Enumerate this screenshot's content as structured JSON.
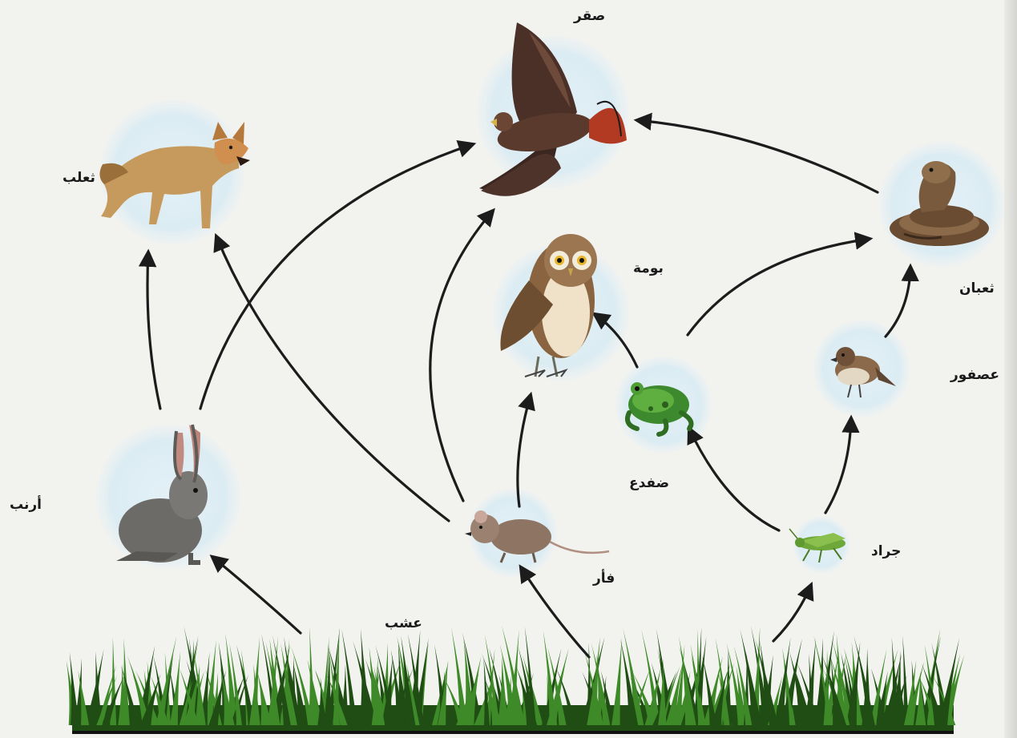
{
  "labels": {
    "falcon": "صقر",
    "fox": "ثعلب",
    "owl": "بومة",
    "snake": "ثعبان",
    "sparrow": "عصفور",
    "frog": "ضفدع",
    "rabbit": "أرنب",
    "mouse": "فأر",
    "grasshopper": "جراد",
    "grass": "عشب"
  },
  "links": [
    {
      "from": "grass",
      "to": "rabbit"
    },
    {
      "from": "grass",
      "to": "mouse"
    },
    {
      "from": "grass",
      "to": "grasshopper"
    },
    {
      "from": "rabbit",
      "to": "fox"
    },
    {
      "from": "rabbit",
      "to": "falcon"
    },
    {
      "from": "mouse",
      "to": "fox"
    },
    {
      "from": "mouse",
      "to": "falcon"
    },
    {
      "from": "mouse",
      "to": "owl"
    },
    {
      "from": "grasshopper",
      "to": "frog"
    },
    {
      "from": "grasshopper",
      "to": "sparrow"
    },
    {
      "from": "frog",
      "to": "owl"
    },
    {
      "from": "frog",
      "to": "snake"
    },
    {
      "from": "sparrow",
      "to": "snake"
    },
    {
      "from": "snake",
      "to": "falcon"
    }
  ],
  "colors": {
    "arrow": "#1c1c1c",
    "halo": "#dcecf3",
    "grass_dark": "#1f4d14",
    "grass_light": "#3f8a28"
  }
}
